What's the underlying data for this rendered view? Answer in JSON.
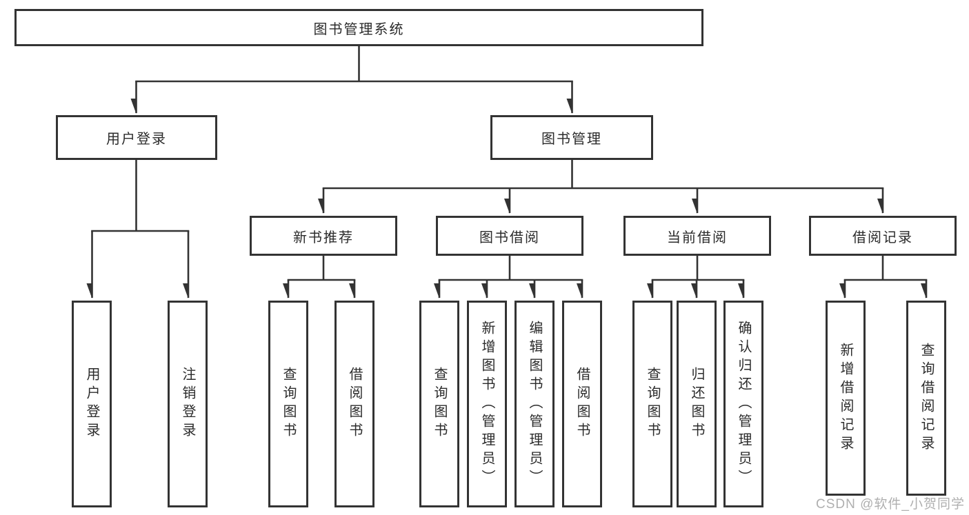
{
  "tree": {
    "label": "图书管理系统",
    "children": [
      {
        "label": "用户登录",
        "children": [
          {
            "label": "用户登录"
          },
          {
            "label": "注销登录"
          }
        ]
      },
      {
        "label": "图书管理",
        "children": [
          {
            "label": "新书推荐",
            "children": [
              {
                "label": "查询图书"
              },
              {
                "label": "借阅图书"
              }
            ]
          },
          {
            "label": "图书借阅",
            "children": [
              {
                "label": "查询图书"
              },
              {
                "label": "新增图书（管理员）"
              },
              {
                "label": "编辑图书（管理员）"
              },
              {
                "label": "借阅图书"
              }
            ]
          },
          {
            "label": "当前借阅",
            "children": [
              {
                "label": "查询图书"
              },
              {
                "label": "归还图书"
              },
              {
                "label": "确认归还（管理员）"
              }
            ]
          },
          {
            "label": "借阅记录",
            "children": [
              {
                "label": "新增借阅记录"
              },
              {
                "label": "查询借阅记录"
              }
            ]
          }
        ]
      }
    ]
  },
  "watermark": {
    "text": "CSDN @软件_小贺同学"
  },
  "colors": {
    "line": "#333333",
    "box_border": "#333333",
    "text": "#2b2b2b",
    "watermark": "#a8a8a8",
    "background": "#ffffff"
  }
}
